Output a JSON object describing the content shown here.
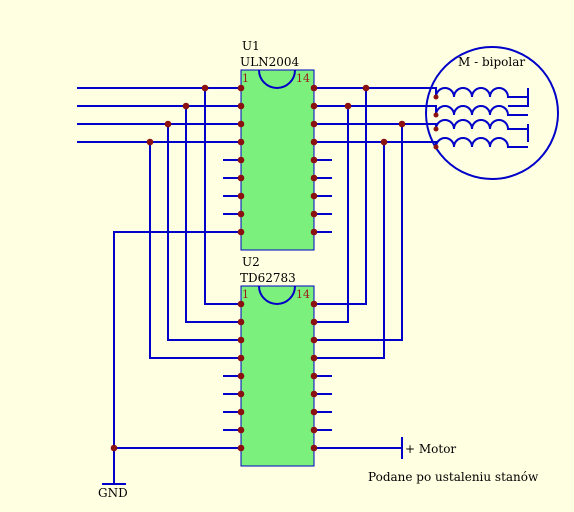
{
  "colors": {
    "background": "#ffffe1",
    "wire": "#0000c8",
    "node": "#8b1010",
    "chip_fill": "#7cf07c",
    "chip_border": "#0000c8",
    "pin_label": "#9b1a1a"
  },
  "u1": {
    "ref": "U1",
    "part": "ULN2004",
    "pin_first": "1",
    "pin_last": "14"
  },
  "u2": {
    "ref": "U2",
    "part": "TD62783",
    "pin_first": "1",
    "pin_last": "14"
  },
  "motor": {
    "label": "M - bipolar"
  },
  "supply": {
    "label": "+ Motor"
  },
  "ground": {
    "label": "GND"
  },
  "note": {
    "text": "Podane po ustaleniu stanów"
  }
}
